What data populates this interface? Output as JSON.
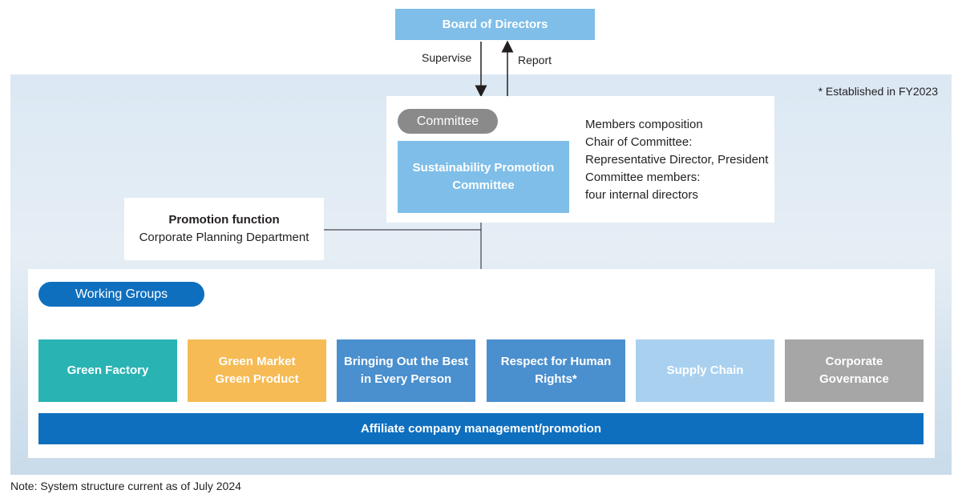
{
  "board": {
    "label": "Board of Directors"
  },
  "arrows": {
    "supervise": "Supervise",
    "report": "Report"
  },
  "note_established": "* Established in FY2023",
  "committee": {
    "tag": "Committee",
    "name_line1": "Sustainability Promotion",
    "name_line2": "Committee",
    "members": [
      "Members composition",
      "Chair of Committee:",
      "Representative Director, President",
      "Committee members:",
      "four internal directors"
    ]
  },
  "promotion": {
    "title": "Promotion function",
    "department": "Corporate Planning Department"
  },
  "working_groups": {
    "tag": "Working Groups",
    "groups": [
      {
        "line1": "Green Factory",
        "line2": "",
        "color": "#29b3b3"
      },
      {
        "line1": "Green Market",
        "line2": "Green Product",
        "color": "#f6bb54"
      },
      {
        "line1": "Bringing Out the Best",
        "line2": "in Every Person",
        "color": "#4a8fce"
      },
      {
        "line1": "Respect for Human",
        "line2": "Rights*",
        "color": "#4a8fce"
      },
      {
        "line1": "Supply Chain",
        "line2": "",
        "color": "#a9d0ef"
      },
      {
        "line1": "Corporate",
        "line2": "Governance",
        "color": "#a6a6a6"
      }
    ],
    "affiliate": "Affiliate company management/promotion"
  },
  "footnote": "Note: System structure current as of July 2024",
  "colors": {
    "light_blue": "#7fbee8",
    "dark_blue": "#0f6fbf",
    "grey_pill": "#8a8a8a"
  }
}
